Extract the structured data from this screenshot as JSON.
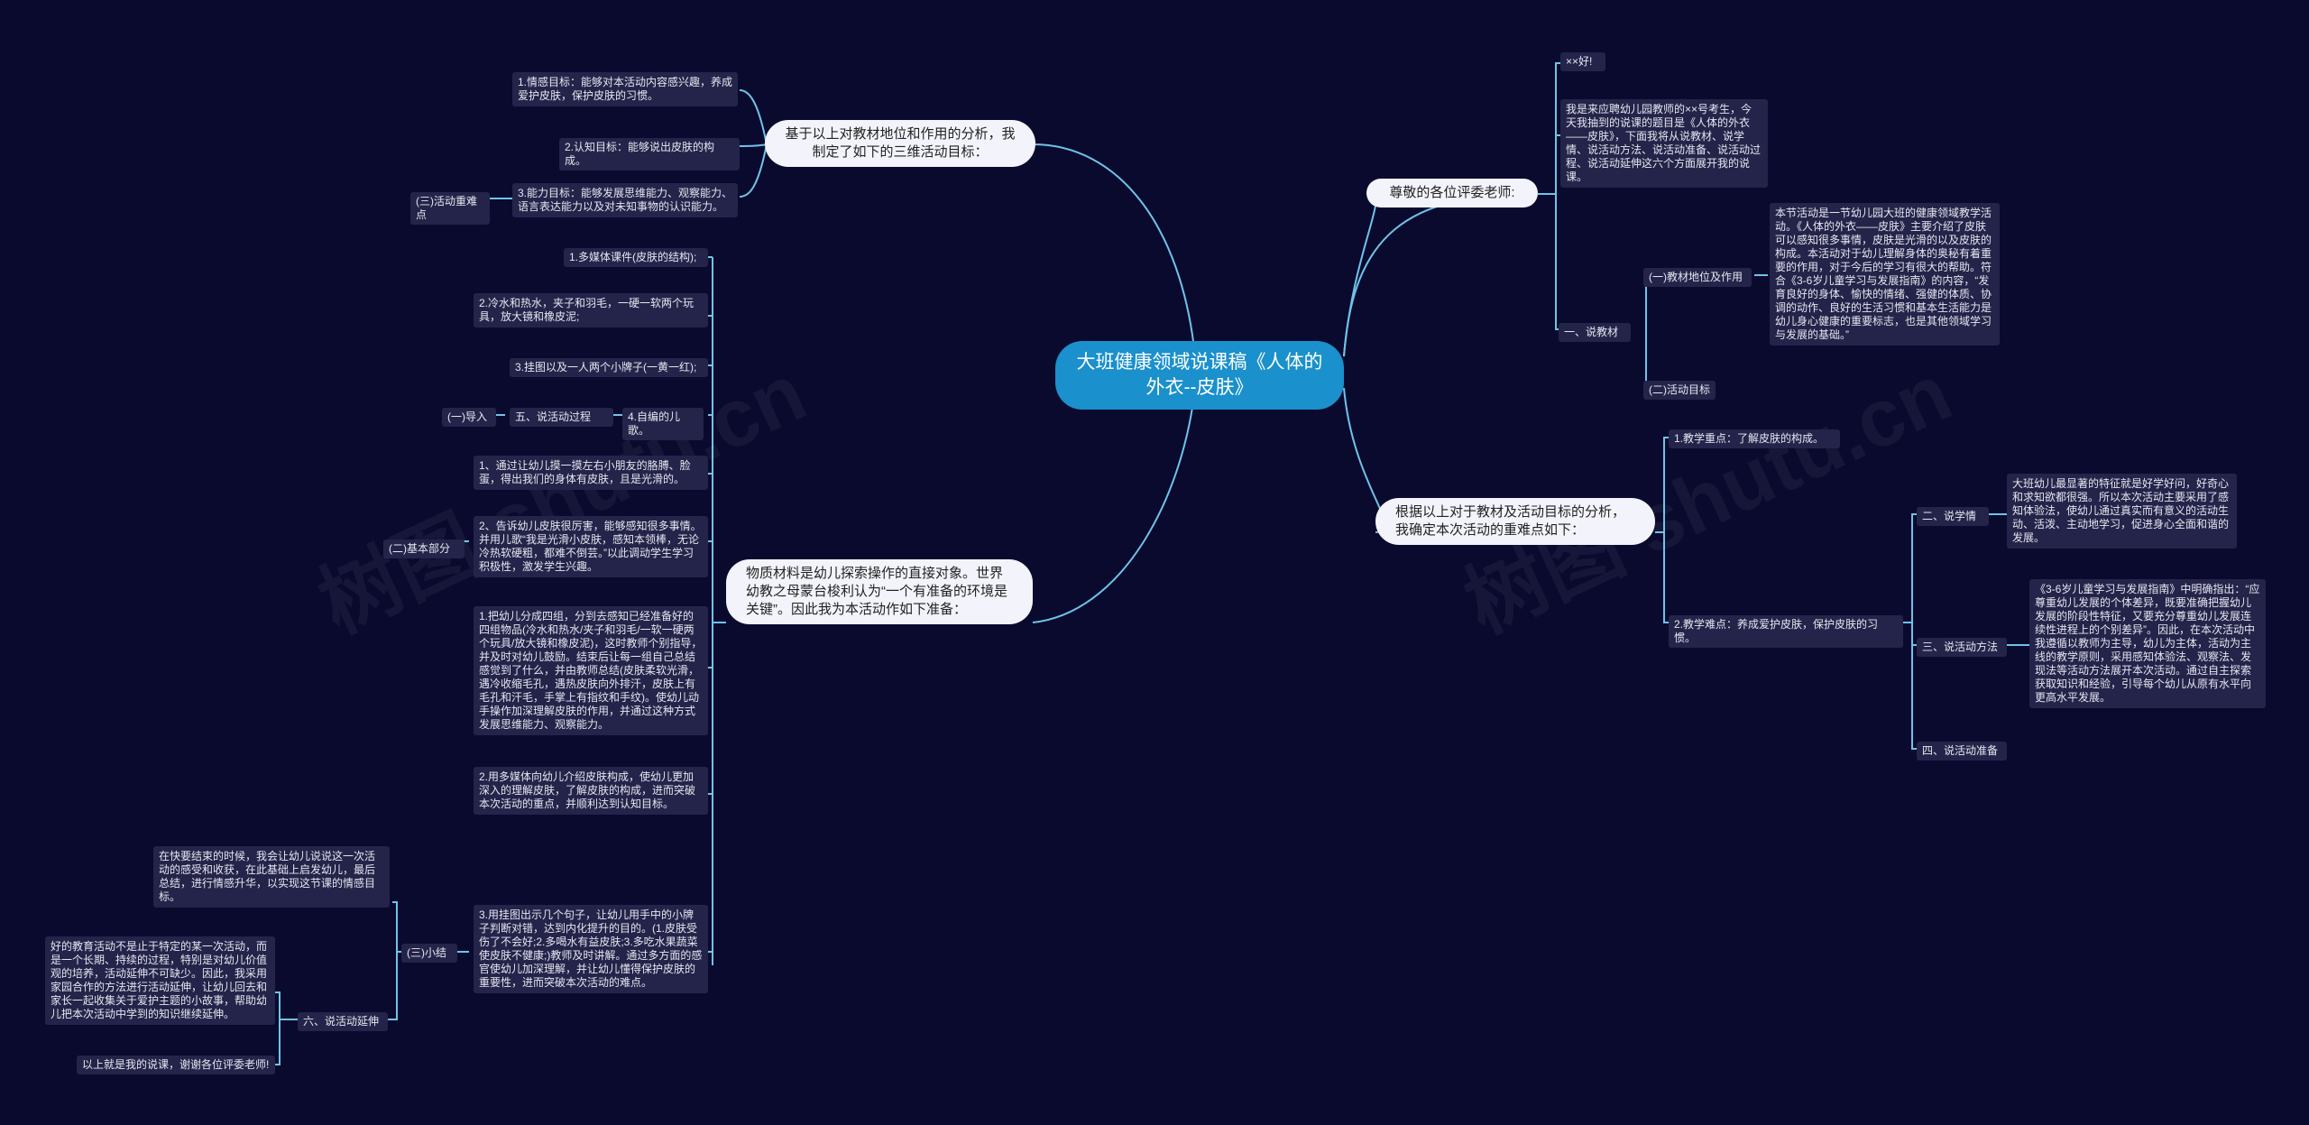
{
  "watermark": "树图 shutu.cn",
  "root": {
    "title": "大班健康领域说课稿《人体的外衣--皮肤》"
  },
  "right": {
    "greeting": "尊敬的各位评委老师:",
    "hello": "××好!",
    "intro": "我是来应聘幼儿园教师的××号考生，今天我抽到的说课的题目是《人体的外衣——皮肤》，下面我将从说教材、说学情、说活动方法、说活动准备、说活动过程、说活动延伸这六个方面展开我的说课。",
    "jiaocai_label": "一、说教材",
    "diwei_label": "(一)教材地位及作用",
    "diwei_text": "本节活动是一节幼儿园大班的健康领域教学活动。《人体的外衣——皮肤》主要介绍了皮肤可以感知很多事情，皮肤是光滑的以及皮肤的构成。本活动对于幼儿理解身体的奥秘有着重要的作用，对于今后的学习有很大的帮助。符合《3-6岁儿童学习与发展指南》的内容，“发育良好的身体、愉快的情绪、强健的体质、协调的动作、良好的生活习惯和基本生活能力是幼儿身心健康的重要标志，也是其他领域学习与发展的基础。”",
    "mubiao_label": "(二)活动目标",
    "zhongdian_branch": "根据以上对于教材及活动目标的分析，我确定本次活动的重难点如下：",
    "zhongdian1": "1.教学重点：了解皮肤的构成。",
    "nandian2": "2.教学难点：养成爱护皮肤，保护皮肤的习惯。",
    "xueqing_label": "二、说学情",
    "xueqing_text": "大班幼儿最显著的特征就是好学好问，好奇心和求知欲都很强。所以本次活动主要采用了感知体验法，使幼儿通过真实而有意义的活动生动、活泼、主动地学习，促进身心全面和谐的发展。",
    "fangfa_label": "三、说活动方法",
    "fangfa_text": "《3-6岁儿童学习与发展指南》中明确指出：“应尊重幼儿发展的个体差异，既要准确把握幼儿发展的阶段性特征，又要充分尊重幼儿发展连续性进程上的个别差异”。因此，在本次活动中我遵循以教师为主导，幼儿为主体，活动为主线的教学原则，采用感知体验法、观察法、发现法等活动方法展开本次活动。通过自主探索获取知识和经验，引导每个幼儿从原有水平向更高水平发展。",
    "zhunbei_label": "四、说活动准备"
  },
  "left": {
    "goals_branch": "基于以上对教材地位和作用的分析，我制定了如下的三维活动目标：",
    "goal1": "1.情感目标：能够对本活动内容感兴趣，养成爱护皮肤，保护皮肤的习惯。",
    "goal2": "2.认知目标：能够说出皮肤的构成。",
    "goal3": "3.能力目标：能够发展思维能力、观察能力、语言表达能力以及对未知事物的认识能力。",
    "zhongnandian": "(三)活动重难点",
    "prep_branch": "物质材料是幼儿探索操作的直接对象。世界幼教之母蒙台梭利认为“一个有准备的环境是关键”。因此我为本活动作如下准备：",
    "prep1": "1.多媒体课件(皮肤的结构);",
    "prep2": "2.冷水和热水，夹子和羽毛，一硬一软两个玩具，放大镜和橡皮泥;",
    "prep3": "3.挂图以及一人两个小牌子(一黄一红);",
    "prep4": "4.自编的儿歌。",
    "guocheng": "五、说活动过程",
    "daoru": "(一)导入",
    "p1": "1、通过让幼儿摸一摸左右小朋友的胳膊、脸蛋，得出我们的身体有皮肤，且是光滑的。",
    "p2": "2、告诉幼儿皮肤很厉害，能够感知很多事情。并用儿歌“我是光滑小皮肤，感知本领棒，无论冷热软硬粗，都难不倒芸。”以此调动学生学习积极性，激发学生兴趣。",
    "jiben": "(二)基本部分",
    "p3": "1.把幼儿分成四组，分到去感知已经准备好的四组物品(冷水和热水/夹子和羽毛/一软一硬两个玩具/放大镜和橡皮泥)，这时教师个别指导，并及时对幼儿鼓励。结束后让每一组自己总结感觉到了什么，并由教师总结(皮肤柔软光滑，遇冷收缩毛孔，遇热皮肤向外排汗，皮肤上有毛孔和汗毛，手掌上有指纹和手纹)。使幼儿动手操作加深理解皮肤的作用，并通过这种方式发展思维能力、观察能力。",
    "p4": "2.用多媒体向幼儿介绍皮肤构成，使幼儿更加深入的理解皮肤，了解皮肤的构成，进而突破本次活动的重点，并顺利达到认知目标。",
    "p5": "3.用挂图出示几个句子，让幼儿用手中的小牌子判断对错，达到内化提升的目的。(1.皮肤受伤了不会好;2.多喝水有益皮肤;3.多吃水果蔬菜使皮肤不健康;)教师及时讲解。通过多方面的感官使幼儿加深理解，并让幼儿懂得保护皮肤的重要性，进而突破本次活动的难点。",
    "xiaojie": "(三)小结",
    "xiaojie_text": "在快要结束的时候，我会让幼儿说说这一次活动的感受和收获，在此基础上启发幼儿，最后总结，进行情感升华，以实现这节课的情感目标。",
    "yanshen": "六、说活动延伸",
    "yanshen_text": "好的教育活动不是止于特定的某一次活动，而是一个长期、持续的过程，特别是对幼儿价值观的培养，活动延伸不可缺少。因此，我采用家园合作的方法进行活动延伸，让幼儿回去和家长一起收集关于爱护主题的小故事，帮助幼儿把本次活动中学到的知识继续延伸。",
    "ending": "以上就是我的说课，谢谢各位评委老师!"
  }
}
